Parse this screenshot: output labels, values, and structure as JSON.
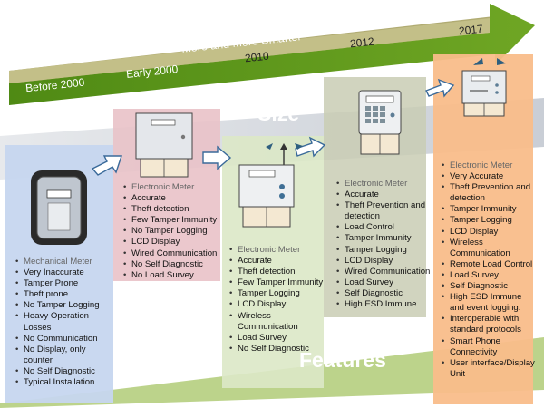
{
  "timeline": {
    "banner": "More and More Smarter",
    "eras": [
      "Before 2000",
      "Early 2000",
      "2010",
      "2012",
      "2017"
    ]
  },
  "labels": {
    "size": "Size",
    "features": "Features"
  },
  "columns": [
    {
      "meter_icon": "mechanical-meter-icon",
      "items": [
        "Mechanical Meter",
        "Very Inaccurate",
        "Tamper Prone",
        "Theft prone",
        "No Tamper Logging",
        "Heavy Operation Losses",
        "No Communication",
        "No Display, only counter",
        "No Self Diagnostic",
        "Typical Installation"
      ]
    },
    {
      "meter_icon": "electronic-meter-icon",
      "items": [
        "Electronic Meter",
        "Accurate",
        "Theft detection",
        "Few Tamper Immunity",
        "No Tamper Logging",
        "LCD Display",
        "Wired Communication",
        "No Self Diagnostic",
        "No Load Survey"
      ]
    },
    {
      "meter_icon": "wireless-meter-icon",
      "items": [
        "Electronic Meter",
        "Accurate",
        "Theft detection",
        "Few Tamper Immunity",
        "Tamper Logging",
        "LCD Display",
        "Wireless Communication",
        "Load Survey",
        "No Self Diagnostic"
      ]
    },
    {
      "meter_icon": "keypad-meter-icon",
      "items": [
        "Electronic Meter",
        "Accurate",
        "Theft Prevention and detection",
        "Load Control",
        "Tamper Immunity",
        "Tamper Logging",
        "LCD Display",
        "Wired Communication",
        "Load Survey",
        "Self Diagnostic",
        "High ESD Immune."
      ]
    },
    {
      "meter_icon": "smart-meter-icon",
      "items": [
        "Electronic Meter",
        "Very Accurate",
        "Theft Prevention and detection",
        "Tamper Immunity",
        "Tamper Logging",
        "LCD Display",
        "Wireless Communication",
        "Remote Load Control",
        "Load Survey",
        "Self Diagnostic",
        "High ESD Immune and event logging.",
        "Interoperable with standard protocols",
        "Smart Phone Connectivity",
        "User interface/Display Unit"
      ]
    }
  ],
  "colors": {
    "timeline_green": "#6a9a1e",
    "timeline_olive": "#a8a46a",
    "col1": "#cfdaf0",
    "col2": "#efd0d4",
    "col3": "#e2ecd0",
    "col4": "#d9dcc8",
    "col5": "#fbc89a",
    "accent_arrow": "#3a6a9a"
  }
}
